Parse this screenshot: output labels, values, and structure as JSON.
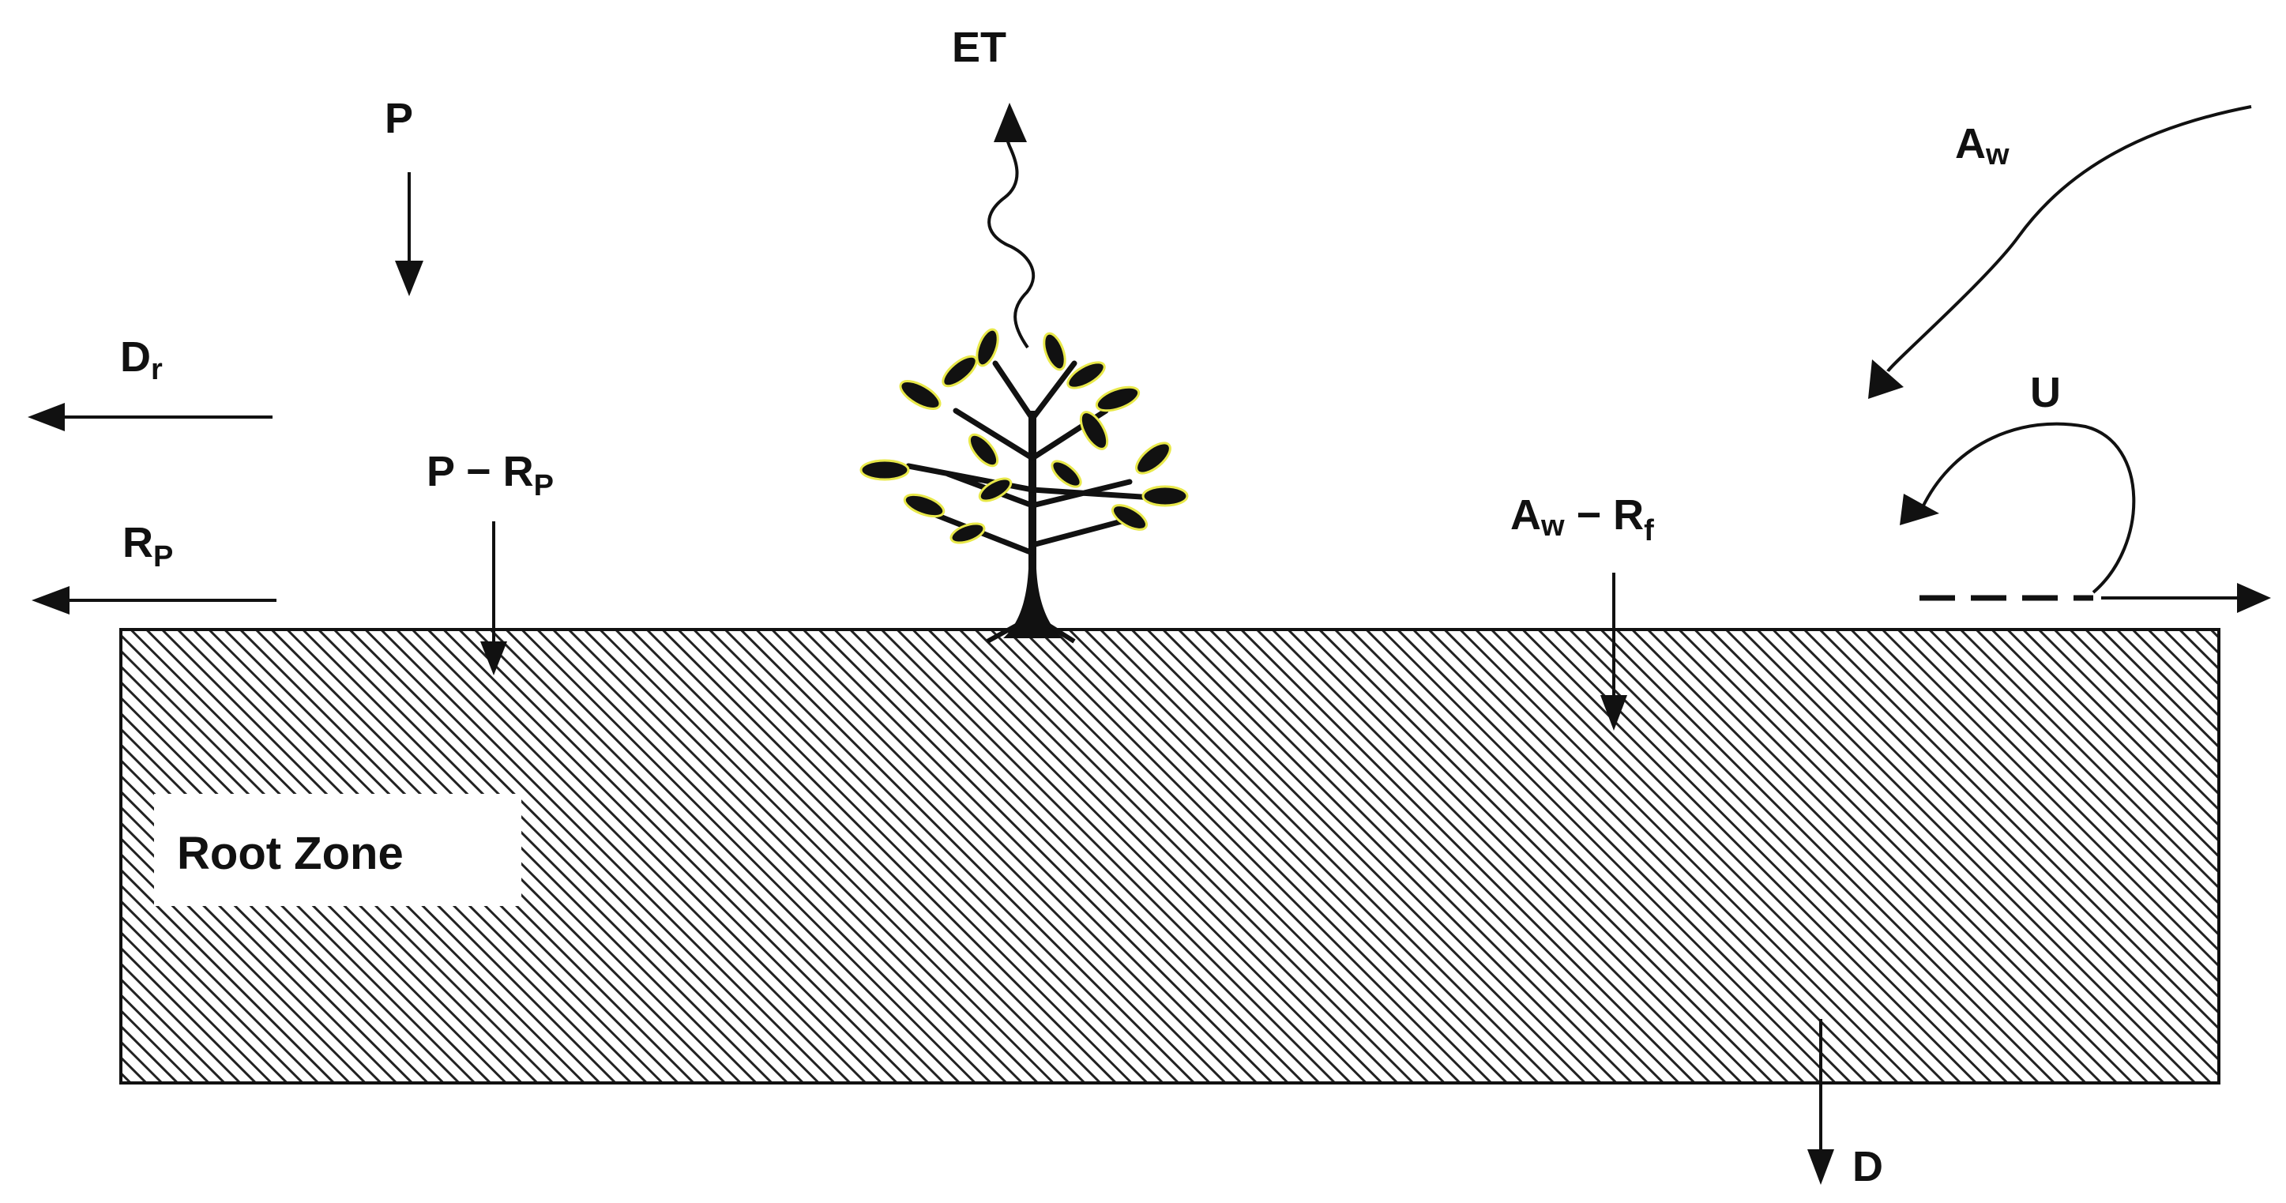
{
  "labels": {
    "et": "ET",
    "p": "P",
    "dr_main": "D",
    "dr_sub": "r",
    "rp_main": "R",
    "rp_sub": "P",
    "p_minus_rp_main": "P − R",
    "p_minus_rp_sub": "P",
    "aw_top_main": "A",
    "aw_top_sub": "w",
    "u": "U",
    "aw_minus_rf_main": "A",
    "aw_minus_rf_sub": "w",
    "aw_minus_rf_mid": " − R",
    "aw_minus_rf_sub2": "f",
    "root_zone": "Root Zone",
    "d": "D"
  },
  "icons": {
    "tree": "tree-icon"
  }
}
